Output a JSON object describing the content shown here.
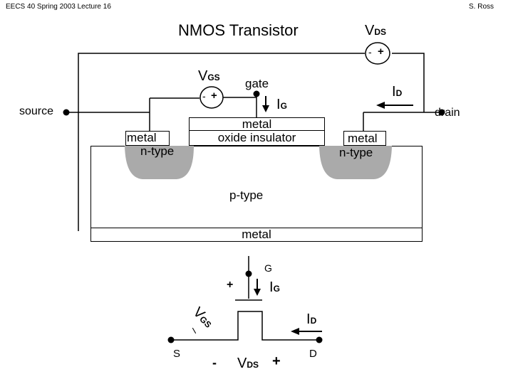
{
  "header": {
    "left": "EECS 40 Spring 2003 Lecture 16",
    "right": "S. Ross"
  },
  "title": "NMOS Transistor",
  "labels": {
    "vds_main": "V",
    "vds_main_sub": "DS",
    "vds_minus": "-",
    "vds_plus": "+",
    "vgs": "V",
    "vgs_sub": "GS",
    "vgs_minus": "-",
    "vgs_plus": "+",
    "gate": "gate",
    "ig": "I",
    "ig_sub": "G",
    "id": "I",
    "id_sub": "D",
    "source": "source",
    "drain": "drain",
    "metal_left_line1": "metal",
    "metal_left_line2": "n-type",
    "gate_line1": "metal",
    "gate_line2": "oxide insulator",
    "metal_right_line1": "metal",
    "metal_right_line2": "n-type",
    "p_type": "p-type",
    "metal_bottom": "metal"
  },
  "symbol": {
    "g": "G",
    "ig": "I",
    "ig_sub": "G",
    "vgs": "V",
    "vgs_sub": "GS",
    "vgs_plus": "+",
    "vgs_minus": "–",
    "id": "I",
    "id_sub": "D",
    "s": "S",
    "d": "D",
    "vds_minus": "-",
    "vds": "V",
    "vds_sub": "DS",
    "vds_plus": "+"
  }
}
